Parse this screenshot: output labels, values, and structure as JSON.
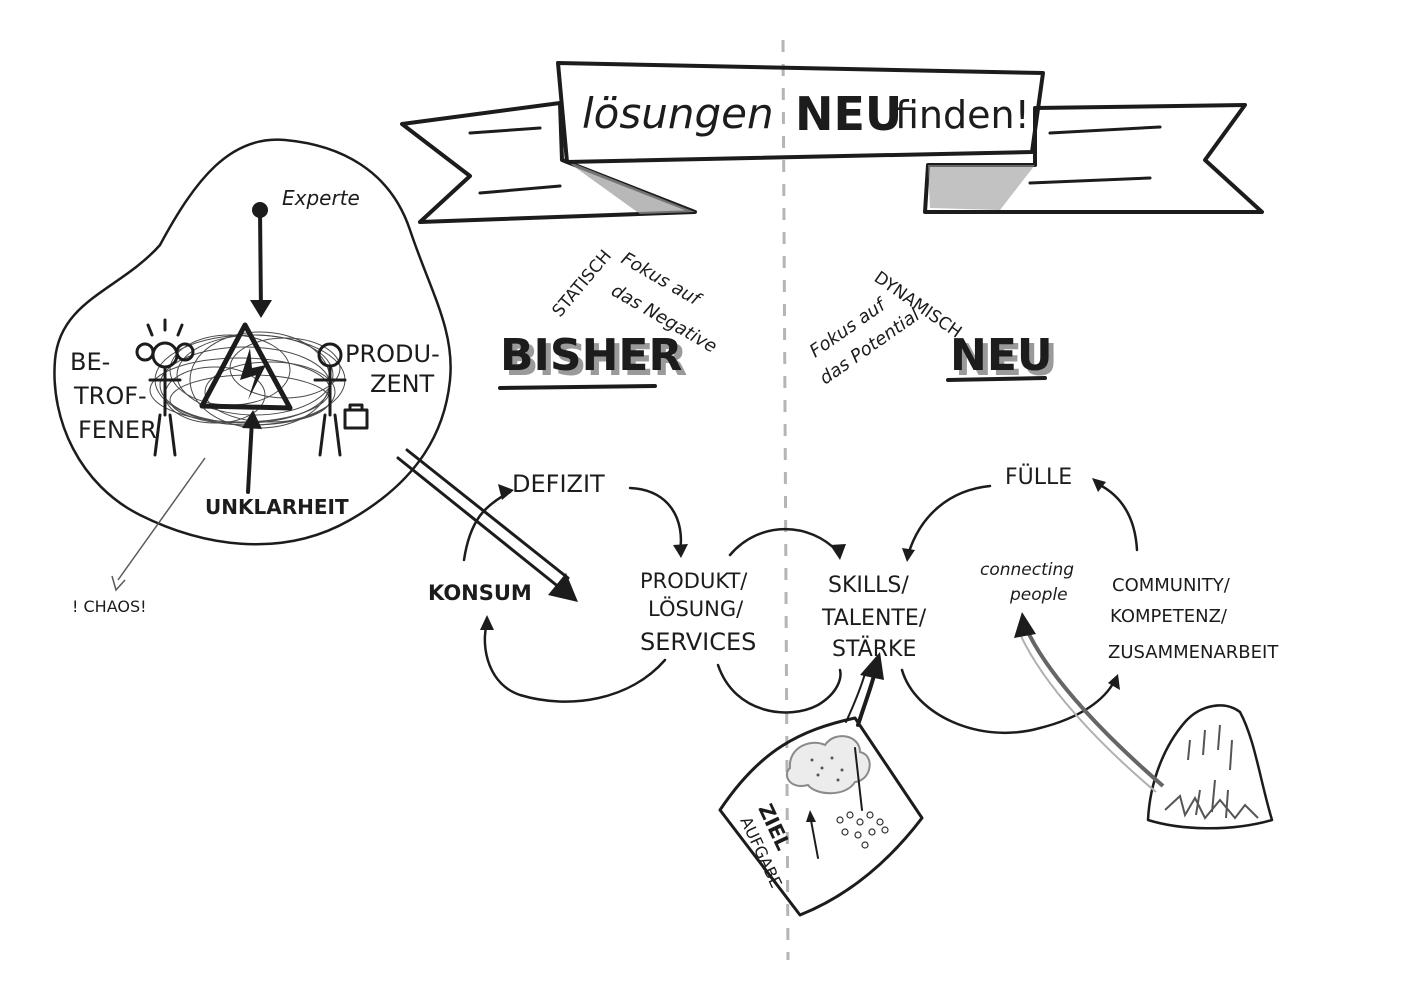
{
  "banner": {
    "title_prefix": "lösungen",
    "title_emphasis": "NEU",
    "title_suffix": "finden!"
  },
  "bisher": {
    "heading": "BISHER",
    "tag_static": "STATISCH",
    "focus_line1": "Fokus auf",
    "focus_line2": "das Negative",
    "cycle": {
      "defizit": "DEFIZIT",
      "konsum": "KONSUM",
      "produkt_line1": "PRODUKT/",
      "produkt_line2": "LÖSUNG/",
      "produkt_line3": "SERVICES"
    }
  },
  "neu": {
    "heading": "NEU",
    "tag_dynamic": "DYNAMISCH",
    "focus_line1": "Fokus auf",
    "focus_line2": "das Potential",
    "cycle": {
      "fuelle": "FÜLLE",
      "skills_line1": "SKILLS/",
      "skills_line2": "TALENTE/",
      "skills_line3": "STÄRKE",
      "connecting_line1": "connecting",
      "connecting_line2": "people",
      "community_line1": "COMMUNITY/",
      "community_line2": "KOMPETENZ/",
      "community_line3": "ZUSAMMENARBEIT"
    }
  },
  "chaos_blob": {
    "experte": "Experte",
    "betroffener_line1": "BE-",
    "betroffener_line2": "TROF-",
    "betroffener_line3": "FENER",
    "produzent_line1": "PRODU-",
    "produzent_line2": "ZENT",
    "unklarheit": "UNKLARHEIT",
    "chaos": "! CHAOS!"
  },
  "bag": {
    "ziel": "ZIEL",
    "aufgabe": "AUFGABE"
  },
  "colors": {
    "ink": "#1c1c1c",
    "shadow": "#9a9a9a",
    "divider": "#b5b5b5"
  }
}
